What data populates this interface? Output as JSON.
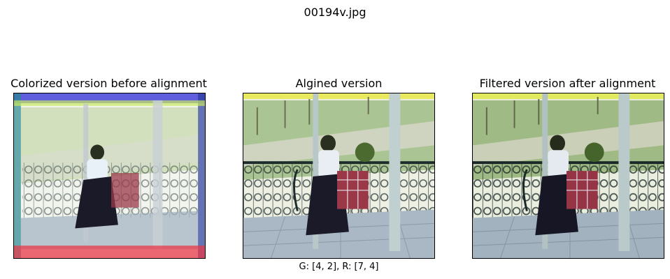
{
  "figure": {
    "suptitle": "00194v.jpg",
    "panels": [
      {
        "title": "Colorized version before alignment",
        "caption": "",
        "image": "veranda-woman-misaligned-photo"
      },
      {
        "title": "Algined version",
        "caption": "G: [4, 2], R: [7, 4]",
        "image": "veranda-woman-aligned-photo"
      },
      {
        "title": "Filtered version after alignment",
        "caption": "",
        "image": "veranda-woman-filtered-photo"
      }
    ]
  },
  "colors": {
    "sky": "#eef0e4",
    "grass": "#8fb070",
    "floor": "#a9b8c4",
    "railing": "#2a3a3a",
    "dress": "#1a1a28",
    "blouse": "#e8eef4",
    "tablecloth": "#9a3848",
    "pillar": "#b8c8c8"
  }
}
